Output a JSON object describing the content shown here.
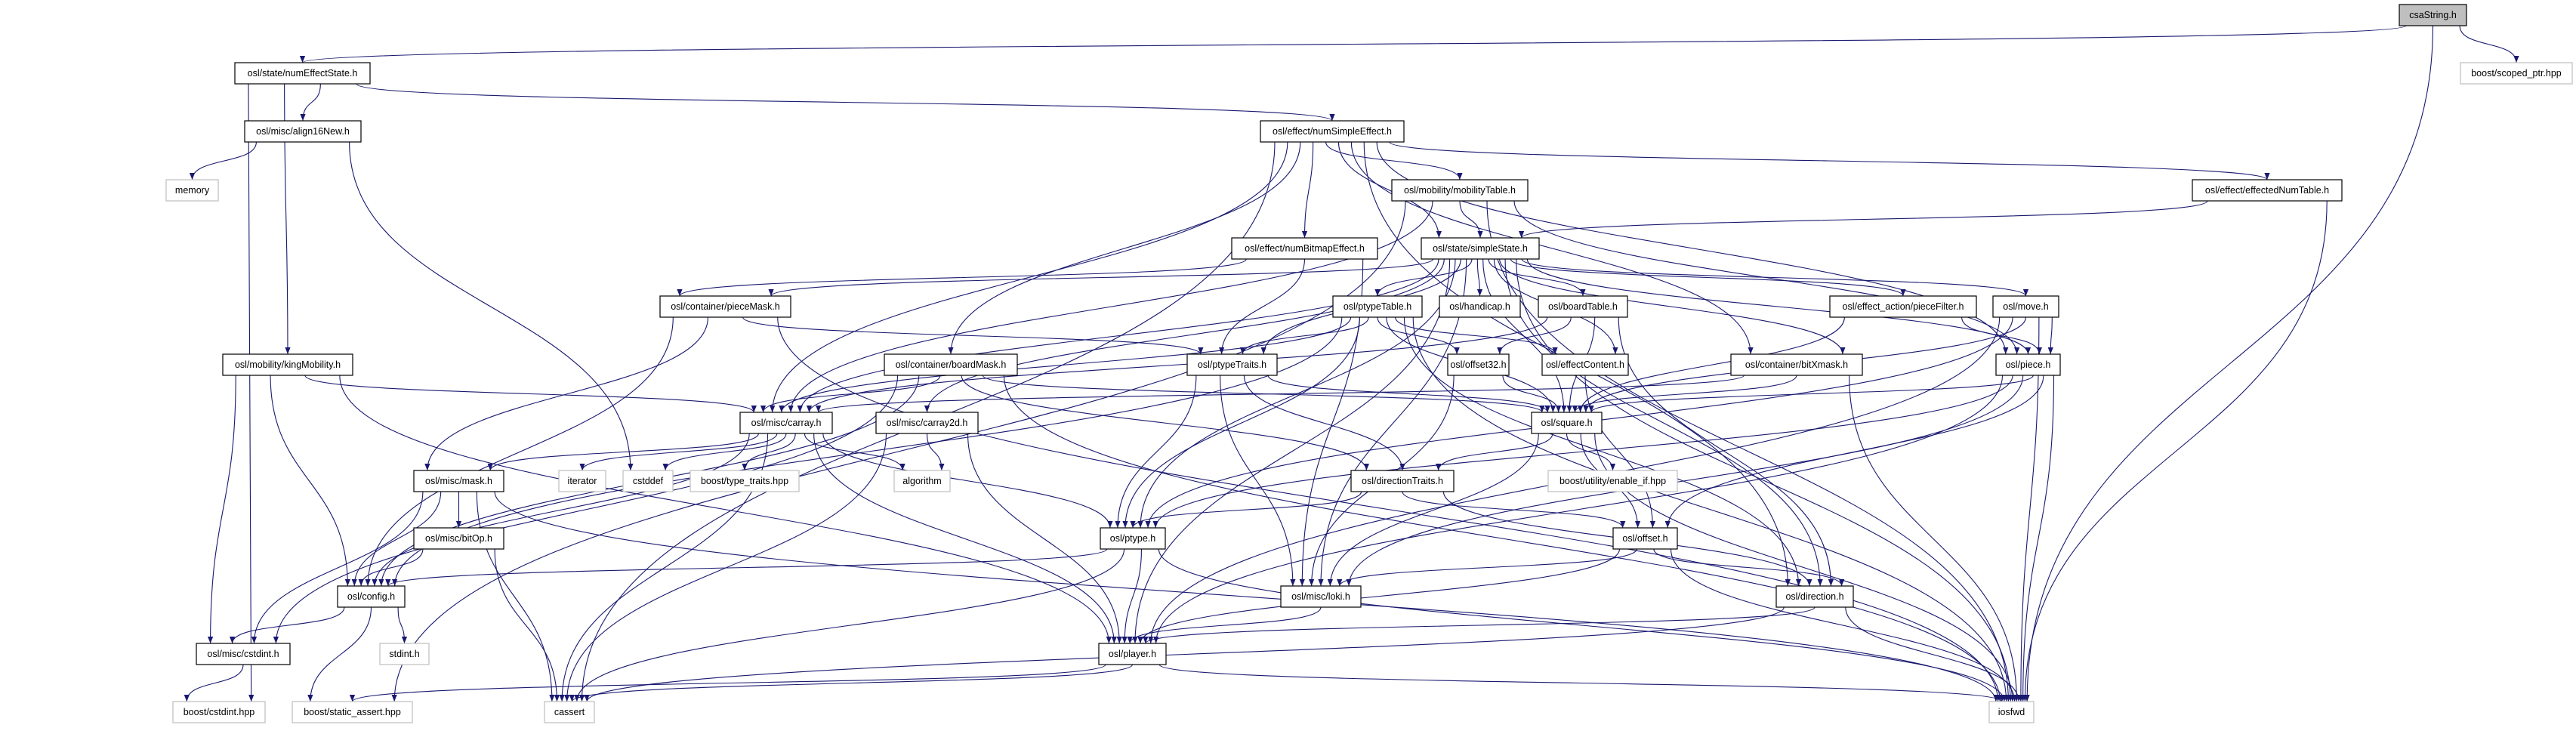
{
  "graph": {
    "colors": {
      "edge": "#191970",
      "root_fill": "#bfbfbf",
      "external_border": "#bfbfbf",
      "node_border": "#000000"
    },
    "nodes": [
      {
        "id": "csaString",
        "label": "csaString.h",
        "kind": "root"
      },
      {
        "id": "scoped_ptr",
        "label": "boost/scoped_ptr.hpp",
        "kind": "external"
      },
      {
        "id": "numEffectState",
        "label": "osl/state/numEffectState.h",
        "kind": "internal"
      },
      {
        "id": "align16New",
        "label": "osl/misc/align16New.h",
        "kind": "internal"
      },
      {
        "id": "memory",
        "label": "memory",
        "kind": "external"
      },
      {
        "id": "numSimpleEffect",
        "label": "osl/effect/numSimpleEffect.h",
        "kind": "internal"
      },
      {
        "id": "mobilityTable",
        "label": "osl/mobility/mobilityTable.h",
        "kind": "internal"
      },
      {
        "id": "effectedNumTable",
        "label": "osl/effect/effectedNumTable.h",
        "kind": "internal"
      },
      {
        "id": "numBitmapEffect",
        "label": "osl/effect/numBitmapEffect.h",
        "kind": "internal"
      },
      {
        "id": "simpleState",
        "label": "osl/state/simpleState.h",
        "kind": "internal"
      },
      {
        "id": "pieceMask",
        "label": "osl/container/pieceMask.h",
        "kind": "internal"
      },
      {
        "id": "ptypeTable",
        "label": "osl/ptypeTable.h",
        "kind": "internal"
      },
      {
        "id": "handicap",
        "label": "osl/handicap.h",
        "kind": "internal"
      },
      {
        "id": "boardTable",
        "label": "osl/boardTable.h",
        "kind": "internal"
      },
      {
        "id": "pieceFilter",
        "label": "osl/effect_action/pieceFilter.h",
        "kind": "internal"
      },
      {
        "id": "move",
        "label": "osl/move.h",
        "kind": "internal"
      },
      {
        "id": "kingMobility",
        "label": "osl/mobility/kingMobility.h",
        "kind": "internal"
      },
      {
        "id": "boardMask",
        "label": "osl/container/boardMask.h",
        "kind": "internal"
      },
      {
        "id": "ptypeTraits",
        "label": "osl/ptypeTraits.h",
        "kind": "internal"
      },
      {
        "id": "offset32",
        "label": "osl/offset32.h",
        "kind": "internal"
      },
      {
        "id": "effectContent",
        "label": "osl/effectContent.h",
        "kind": "internal"
      },
      {
        "id": "bitXmask",
        "label": "osl/container/bitXmask.h",
        "kind": "internal"
      },
      {
        "id": "piece",
        "label": "osl/piece.h",
        "kind": "internal"
      },
      {
        "id": "carray",
        "label": "osl/misc/carray.h",
        "kind": "internal"
      },
      {
        "id": "carray2d",
        "label": "osl/misc/carray2d.h",
        "kind": "internal"
      },
      {
        "id": "square",
        "label": "osl/square.h",
        "kind": "internal"
      },
      {
        "id": "mask",
        "label": "osl/misc/mask.h",
        "kind": "internal"
      },
      {
        "id": "iterator",
        "label": "iterator",
        "kind": "external"
      },
      {
        "id": "cstddef",
        "label": "cstddef",
        "kind": "external"
      },
      {
        "id": "type_traits",
        "label": "boost/type_traits.hpp",
        "kind": "external"
      },
      {
        "id": "algorithm",
        "label": "algorithm",
        "kind": "external"
      },
      {
        "id": "directionTraits",
        "label": "osl/directionTraits.h",
        "kind": "internal"
      },
      {
        "id": "enable_if",
        "label": "boost/utility/enable_if.hpp",
        "kind": "external"
      },
      {
        "id": "bitOp",
        "label": "osl/misc/bitOp.h",
        "kind": "internal"
      },
      {
        "id": "ptype",
        "label": "osl/ptype.h",
        "kind": "internal"
      },
      {
        "id": "offset",
        "label": "osl/offset.h",
        "kind": "internal"
      },
      {
        "id": "config",
        "label": "osl/config.h",
        "kind": "internal"
      },
      {
        "id": "loki",
        "label": "osl/misc/loki.h",
        "kind": "internal"
      },
      {
        "id": "direction",
        "label": "osl/direction.h",
        "kind": "internal"
      },
      {
        "id": "cstdint",
        "label": "osl/misc/cstdint.h",
        "kind": "internal"
      },
      {
        "id": "stdint",
        "label": "stdint.h",
        "kind": "external"
      },
      {
        "id": "player",
        "label": "osl/player.h",
        "kind": "internal"
      },
      {
        "id": "boost_cstdint",
        "label": "boost/cstdint.hpp",
        "kind": "external"
      },
      {
        "id": "static_assert",
        "label": "boost/static_assert.hpp",
        "kind": "external"
      },
      {
        "id": "cassert",
        "label": "cassert",
        "kind": "external"
      },
      {
        "id": "iosfwd",
        "label": "iosfwd",
        "kind": "external"
      }
    ],
    "edges": [
      [
        "csaString",
        "numEffectState"
      ],
      [
        "csaString",
        "scoped_ptr"
      ],
      [
        "csaString",
        "iosfwd"
      ],
      [
        "numEffectState",
        "align16New"
      ],
      [
        "numEffectState",
        "numSimpleEffect"
      ],
      [
        "numEffectState",
        "kingMobility"
      ],
      [
        "numEffectState",
        "boost_cstdint"
      ],
      [
        "align16New",
        "memory"
      ],
      [
        "align16New",
        "cstddef"
      ],
      [
        "numSimpleEffect",
        "numBitmapEffect"
      ],
      [
        "numSimpleEffect",
        "simpleState"
      ],
      [
        "numSimpleEffect",
        "mobilityTable"
      ],
      [
        "numSimpleEffect",
        "effectedNumTable"
      ],
      [
        "numSimpleEffect",
        "boardMask"
      ],
      [
        "numSimpleEffect",
        "carray"
      ],
      [
        "numSimpleEffect",
        "bitXmask"
      ],
      [
        "numSimpleEffect",
        "piece"
      ],
      [
        "numSimpleEffect",
        "direction"
      ],
      [
        "numSimpleEffect",
        "cassert"
      ],
      [
        "mobilityTable",
        "simpleState"
      ],
      [
        "mobilityTable",
        "carray"
      ],
      [
        "mobilityTable",
        "static_assert"
      ],
      [
        "mobilityTable",
        "piece"
      ],
      [
        "mobilityTable",
        "iosfwd"
      ],
      [
        "effectedNumTable",
        "simpleState"
      ],
      [
        "effectedNumTable",
        "iosfwd"
      ],
      [
        "numBitmapEffect",
        "pieceMask"
      ],
      [
        "numBitmapEffect",
        "ptypeTraits"
      ],
      [
        "numBitmapEffect",
        "loki"
      ],
      [
        "simpleState",
        "ptypeTable"
      ],
      [
        "simpleState",
        "handicap"
      ],
      [
        "simpleState",
        "boardTable"
      ],
      [
        "simpleState",
        "pieceMask"
      ],
      [
        "simpleState",
        "carray"
      ],
      [
        "simpleState",
        "ptypeTraits"
      ],
      [
        "simpleState",
        "ptype"
      ],
      [
        "simpleState",
        "player"
      ],
      [
        "simpleState",
        "loki"
      ],
      [
        "simpleState",
        "square"
      ],
      [
        "simpleState",
        "effectContent"
      ],
      [
        "simpleState",
        "pieceFilter"
      ],
      [
        "simpleState",
        "move"
      ],
      [
        "simpleState",
        "bitXmask"
      ],
      [
        "simpleState",
        "piece"
      ],
      [
        "simpleState",
        "direction"
      ],
      [
        "simpleState",
        "iosfwd"
      ],
      [
        "simpleState",
        "carray2d"
      ],
      [
        "ptypeTable",
        "ptypeTraits"
      ],
      [
        "ptypeTable",
        "carray"
      ],
      [
        "ptypeTable",
        "offset32"
      ],
      [
        "ptypeTable",
        "effectContent"
      ],
      [
        "ptypeTable",
        "direction"
      ],
      [
        "ptypeTable",
        "ptype"
      ],
      [
        "ptypeTable",
        "square"
      ],
      [
        "ptypeTable",
        "config"
      ],
      [
        "ptypeTable",
        "iosfwd"
      ],
      [
        "boardTable",
        "offset32"
      ],
      [
        "boardTable",
        "carray"
      ],
      [
        "boardTable",
        "direction"
      ],
      [
        "boardTable",
        "square"
      ],
      [
        "pieceMask",
        "mask"
      ],
      [
        "pieceMask",
        "ptypeTraits"
      ],
      [
        "pieceMask",
        "config"
      ],
      [
        "pieceMask",
        "iosfwd"
      ],
      [
        "kingMobility",
        "carray"
      ],
      [
        "kingMobility",
        "config"
      ],
      [
        "kingMobility",
        "cstdint"
      ],
      [
        "kingMobility",
        "player"
      ],
      [
        "boardMask",
        "carray"
      ],
      [
        "boardMask",
        "square"
      ],
      [
        "boardMask",
        "directionTraits"
      ],
      [
        "boardMask",
        "config"
      ],
      [
        "boardMask",
        "cstdint"
      ],
      [
        "boardMask",
        "iosfwd"
      ],
      [
        "ptypeTraits",
        "ptype"
      ],
      [
        "ptypeTraits",
        "directionTraits"
      ],
      [
        "ptypeTraits",
        "loki"
      ],
      [
        "ptypeTraits",
        "square"
      ],
      [
        "offset32",
        "square"
      ],
      [
        "offset32",
        "loki"
      ],
      [
        "effectContent",
        "offset"
      ],
      [
        "pieceFilter",
        "piece"
      ],
      [
        "pieceFilter",
        "square"
      ],
      [
        "move",
        "piece"
      ],
      [
        "move",
        "square"
      ],
      [
        "move",
        "ptype"
      ],
      [
        "move",
        "player"
      ],
      [
        "move",
        "iosfwd"
      ],
      [
        "bitXmask",
        "carray"
      ],
      [
        "bitXmask",
        "square"
      ],
      [
        "bitXmask",
        "iosfwd"
      ],
      [
        "piece",
        "square"
      ],
      [
        "piece",
        "ptype"
      ],
      [
        "piece",
        "player"
      ],
      [
        "piece",
        "loki"
      ],
      [
        "piece",
        "iosfwd"
      ],
      [
        "piece",
        "offset"
      ],
      [
        "carray",
        "iterator"
      ],
      [
        "carray",
        "cstddef"
      ],
      [
        "carray",
        "type_traits"
      ],
      [
        "carray",
        "algorithm"
      ],
      [
        "carray",
        "ptype"
      ],
      [
        "carray",
        "player"
      ],
      [
        "carray",
        "config"
      ],
      [
        "carray",
        "cassert"
      ],
      [
        "carray",
        "mask"
      ],
      [
        "carray2d",
        "algorithm"
      ],
      [
        "carray2d",
        "cassert"
      ],
      [
        "carray2d",
        "player"
      ],
      [
        "square",
        "directionTraits"
      ],
      [
        "square",
        "enable_if"
      ],
      [
        "square",
        "loki"
      ],
      [
        "square",
        "offset"
      ],
      [
        "square",
        "iosfwd"
      ],
      [
        "directionTraits",
        "ptype"
      ],
      [
        "directionTraits",
        "offset"
      ],
      [
        "directionTraits",
        "direction"
      ],
      [
        "mask",
        "bitOp"
      ],
      [
        "mask",
        "config"
      ],
      [
        "mask",
        "cstdint"
      ],
      [
        "mask",
        "cassert"
      ],
      [
        "mask",
        "iosfwd"
      ],
      [
        "bitOp",
        "config"
      ],
      [
        "bitOp",
        "cassert"
      ],
      [
        "config",
        "cstdint"
      ],
      [
        "config",
        "stdint"
      ],
      [
        "config",
        "static_assert"
      ],
      [
        "cstdint",
        "boost_cstdint"
      ],
      [
        "ptype",
        "config"
      ],
      [
        "ptype",
        "player"
      ],
      [
        "ptype",
        "iosfwd"
      ],
      [
        "ptype",
        "cassert"
      ],
      [
        "offset",
        "loki"
      ],
      [
        "offset",
        "player"
      ],
      [
        "offset",
        "direction"
      ],
      [
        "offset",
        "iosfwd"
      ],
      [
        "loki",
        "player"
      ],
      [
        "direction",
        "player"
      ],
      [
        "direction",
        "iosfwd"
      ],
      [
        "direction",
        "cassert"
      ],
      [
        "player",
        "cassert"
      ],
      [
        "player",
        "static_assert"
      ],
      [
        "player",
        "iosfwd"
      ]
    ]
  }
}
